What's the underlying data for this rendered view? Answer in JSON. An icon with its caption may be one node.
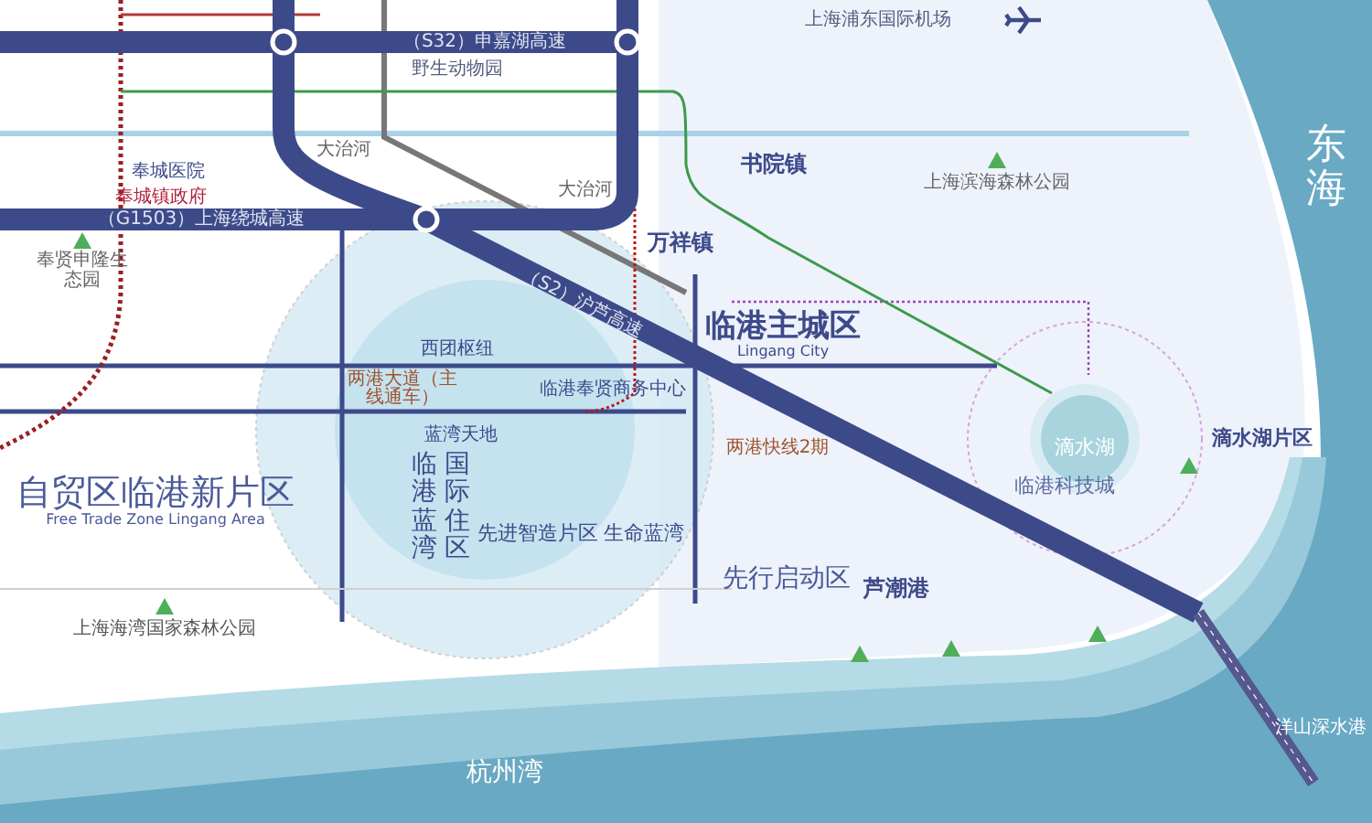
{
  "diagram": {
    "labels": [
      "上海浦东国际机场",
      "（S32）申嘉湖高速",
      "野生动物园",
      "东海",
      "书院镇",
      "上海滨海森林公园",
      "奉城医院",
      "奉城镇政府",
      "（G1503）上海绕城高速",
      "奉贤申隆生态园",
      "万祥镇",
      "（S2）沪芦高速",
      "临港主城区",
      "Lingang City",
      "西团枢纽",
      "两港大道（主线通车）",
      "临港奉贤商务中心",
      "蓝湾天地",
      "滴水湖",
      "滴水湖片区",
      "自贸区临港新片区",
      "Free Trade Zone Lingang Area",
      "临港蓝湾",
      "国际住区",
      "先进智造片区",
      "生命蓝湾",
      "临港科技城",
      "先行启动区",
      "芦潮港",
      "上海海湾国家森林公园",
      "杭州湾",
      "洋山深水港",
      "两港快线2期",
      "大治河",
      "大治河"
    ]
  }
}
